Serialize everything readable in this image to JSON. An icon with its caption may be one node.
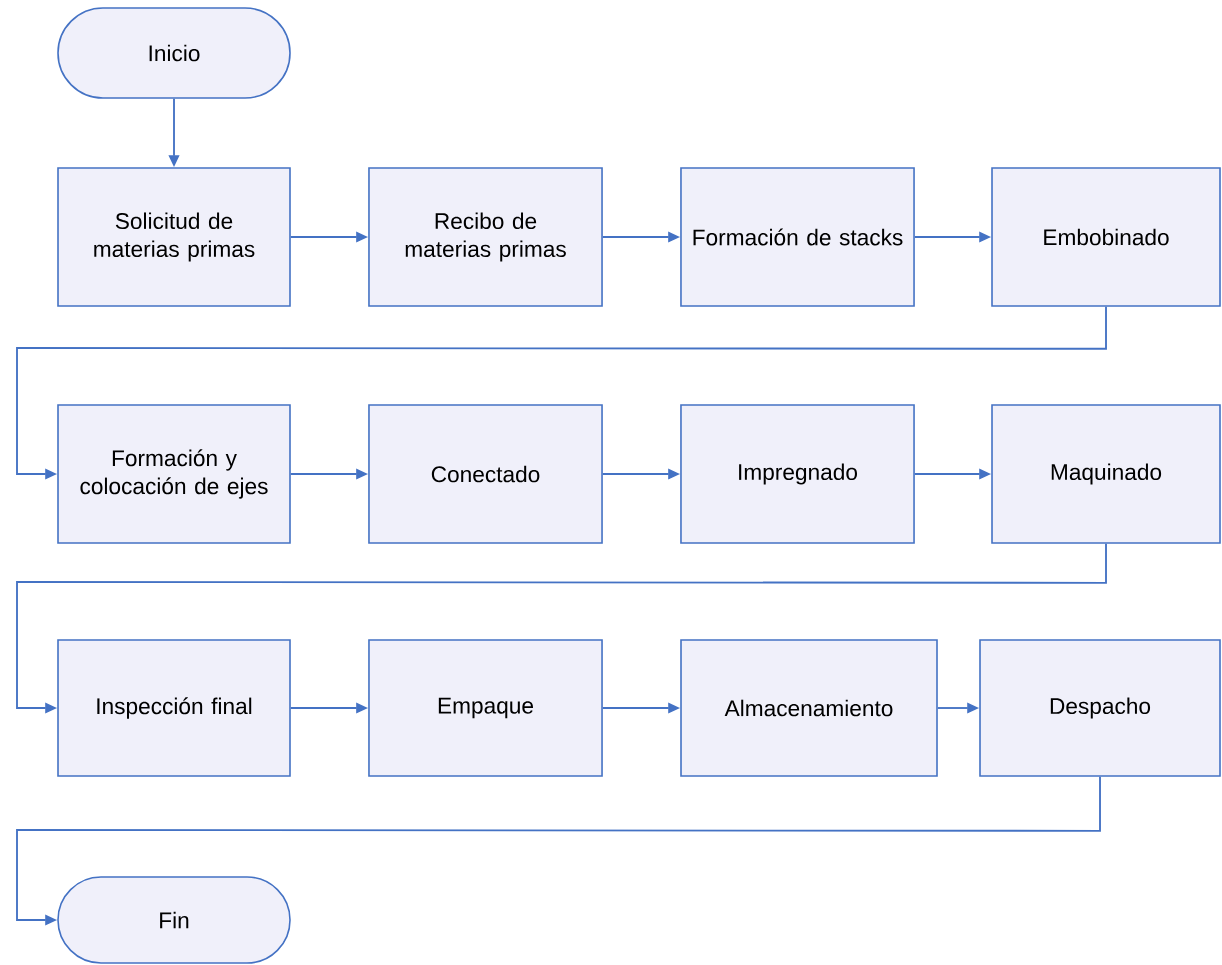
{
  "diagram": {
    "nodes": [
      {
        "text": [
          "Inicio"
        ]
      },
      {
        "text": [
          "Solicitud de materias primas"
        ]
      },
      {
        "text": [
          "Recibo de materias primas"
        ]
      },
      {
        "text": [
          "Formación de stacks"
        ]
      },
      {
        "text": [
          "Embobinado"
        ]
      },
      {
        "text": [
          "Formación y colocación de ejes"
        ]
      },
      {
        "text": [
          "Conectado"
        ]
      },
      {
        "text": [
          "Impregnado"
        ]
      },
      {
        "text": [
          "Maquinado"
        ]
      },
      {
        "text": [
          "Inspección final"
        ]
      },
      {
        "text": [
          "Empaque"
        ]
      },
      {
        "text": [
          "Almacenamiento"
        ]
      },
      {
        "text": [
          "Despacho"
        ]
      },
      {
        "text": [
          "Fin"
        ]
      }
    ],
    "edges": [
      {
        "from": 0,
        "to": 1,
        "arrow": "to"
      },
      {
        "from": 1,
        "to": 2,
        "arrow": "to"
      },
      {
        "from": 2,
        "to": 3,
        "arrow": "to"
      },
      {
        "from": 3,
        "to": 4,
        "arrow": "to"
      },
      {
        "from": 4,
        "to": 5,
        "arrow": "to"
      },
      {
        "from": 5,
        "to": 6,
        "arrow": "to"
      },
      {
        "from": 6,
        "to": 7,
        "arrow": "to"
      },
      {
        "from": 7,
        "to": 8,
        "arrow": "to"
      },
      {
        "from": 8,
        "to": 9,
        "arrow": "to"
      },
      {
        "from": 9,
        "to": 10,
        "arrow": "to"
      },
      {
        "from": 10,
        "to": 11,
        "arrow": "to"
      },
      {
        "from": 11,
        "to": 12,
        "arrow": "to"
      },
      {
        "from": 12,
        "to": 13,
        "arrow": "to"
      }
    ]
  }
}
